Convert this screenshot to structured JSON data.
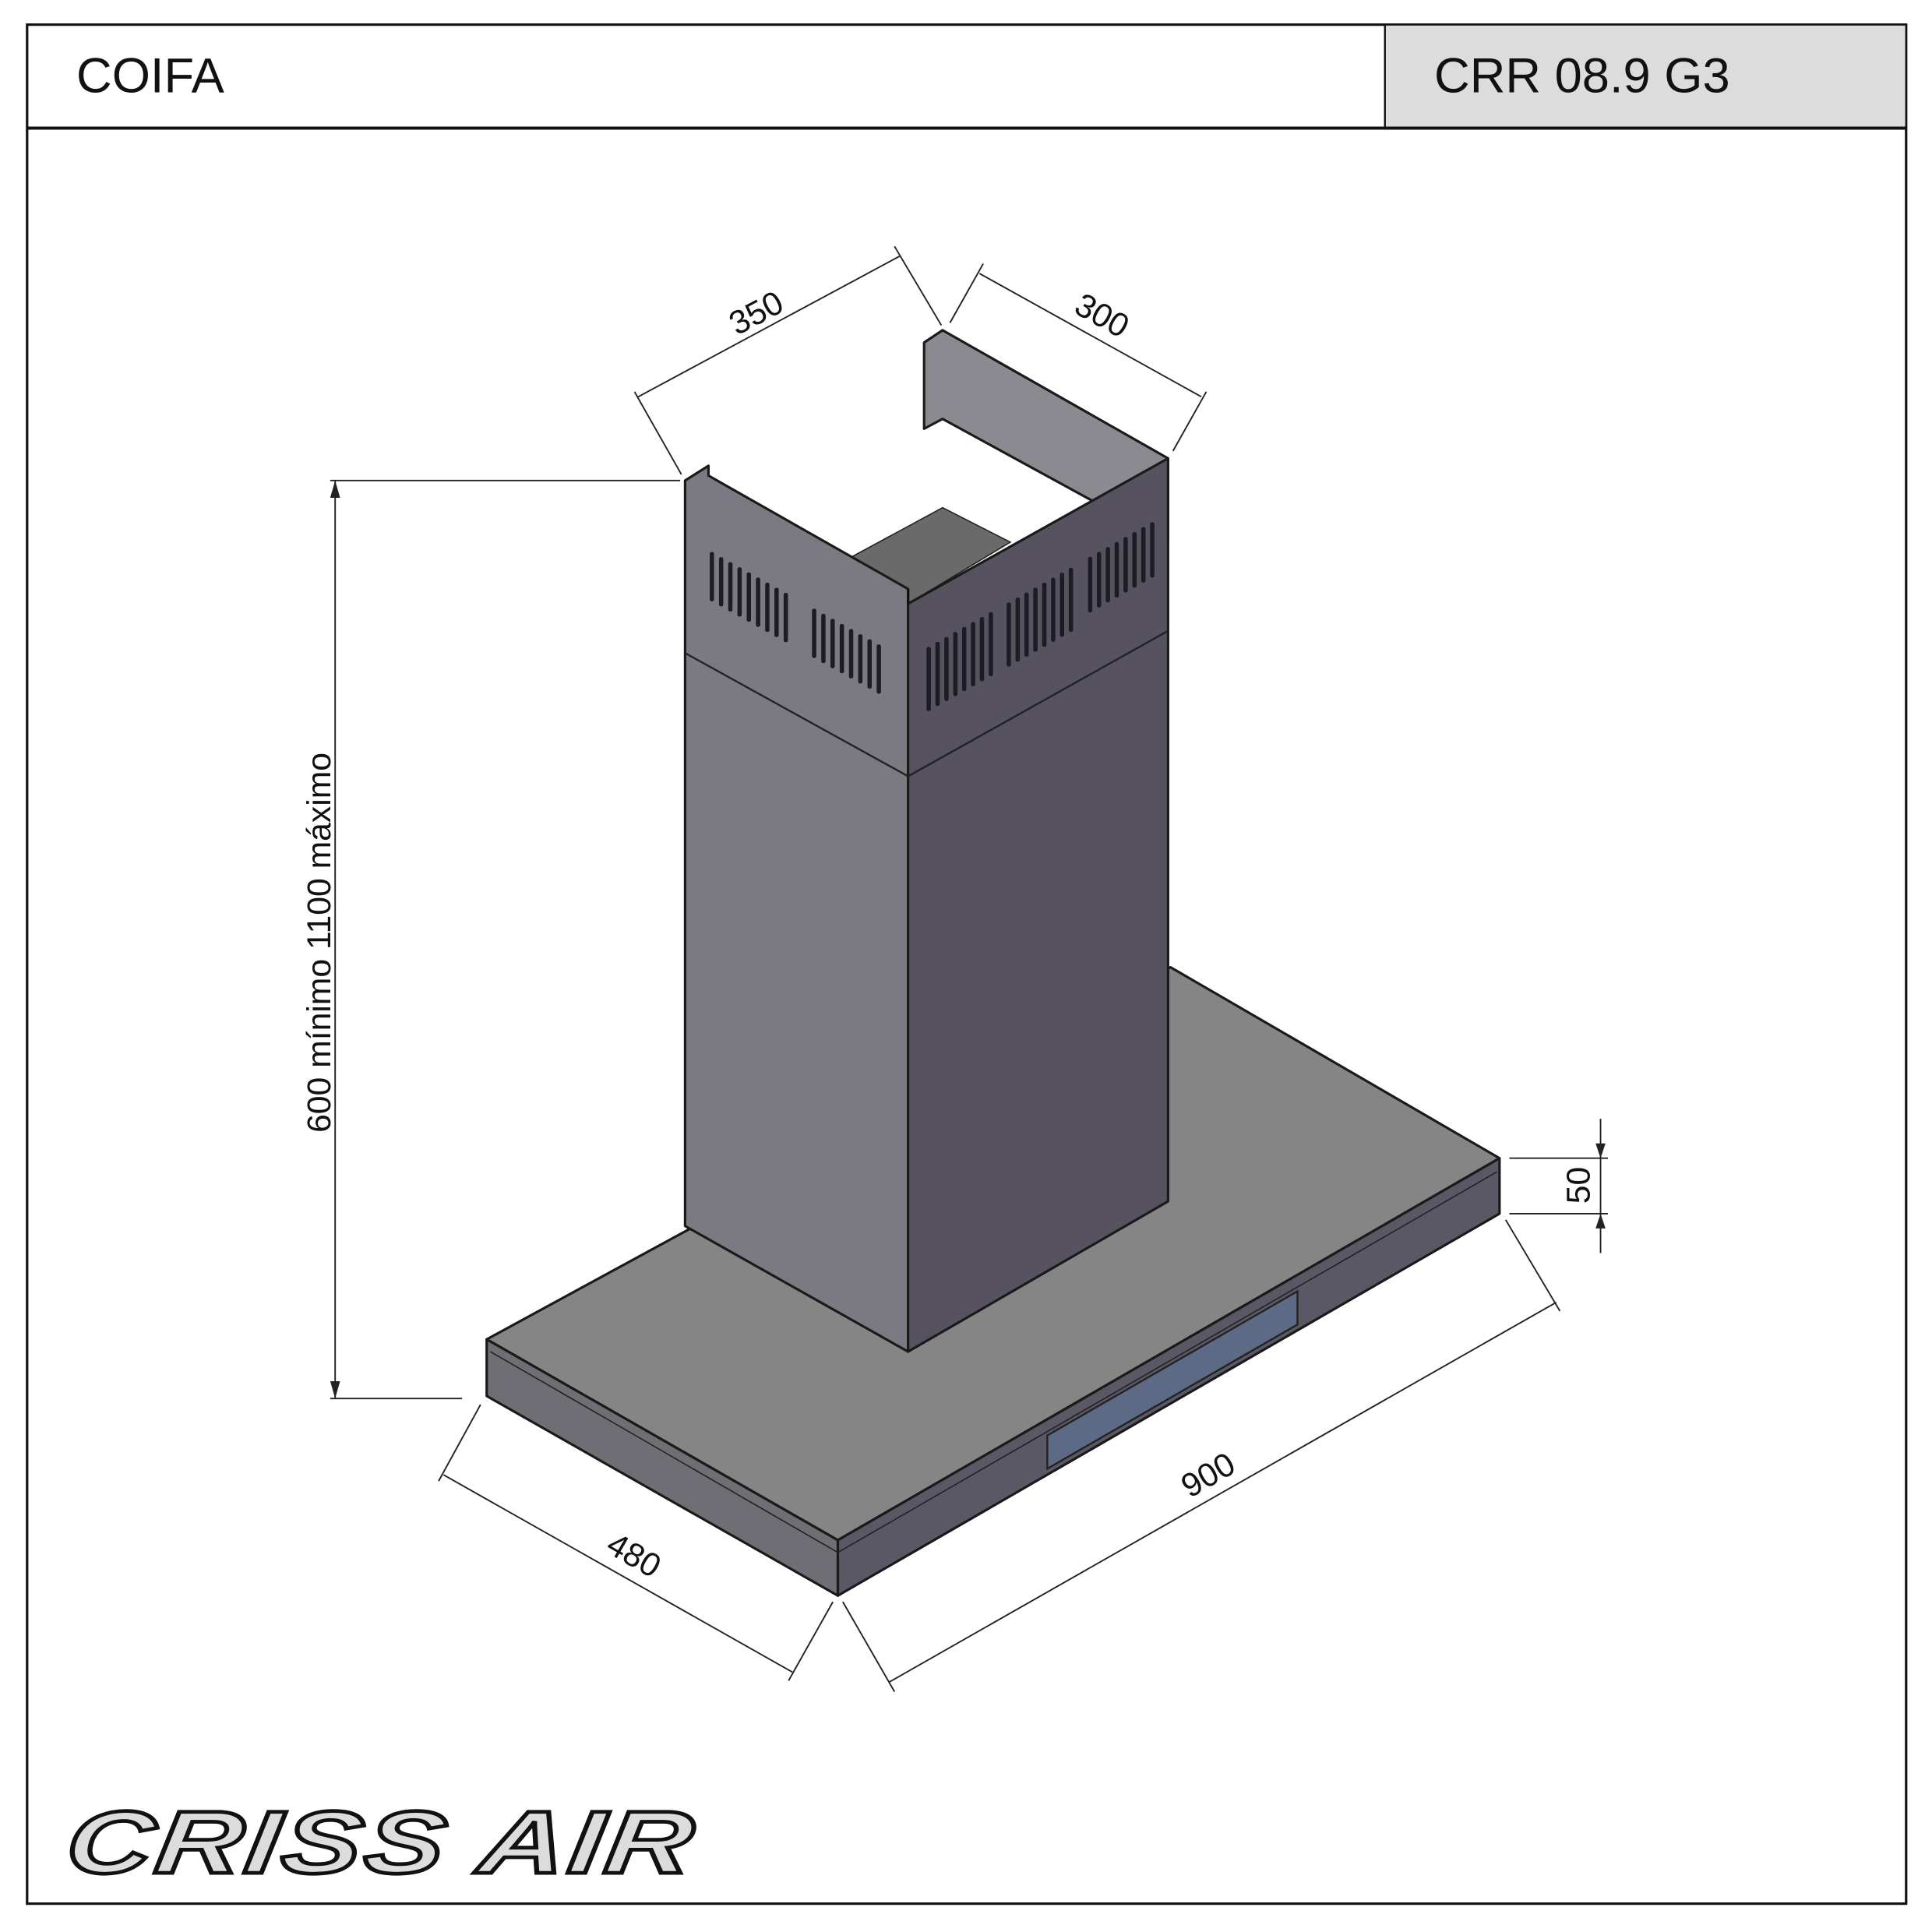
{
  "header": {
    "product_type": "COIFA",
    "model": "CRR 08.9 G3"
  },
  "dimensions": {
    "chimney_width": "350",
    "chimney_depth": "300",
    "height_range": "600 mínimo  1100 máximo",
    "hood_thickness": "50",
    "hood_width": "900",
    "hood_depth": "480"
  },
  "brand": {
    "logo_text": "CRISS AIR"
  },
  "colors": {
    "header_model_bg": "#dcdcdc",
    "hood_left": "#7b7a82",
    "hood_right": "#57525f",
    "hood_top": "#858585"
  }
}
